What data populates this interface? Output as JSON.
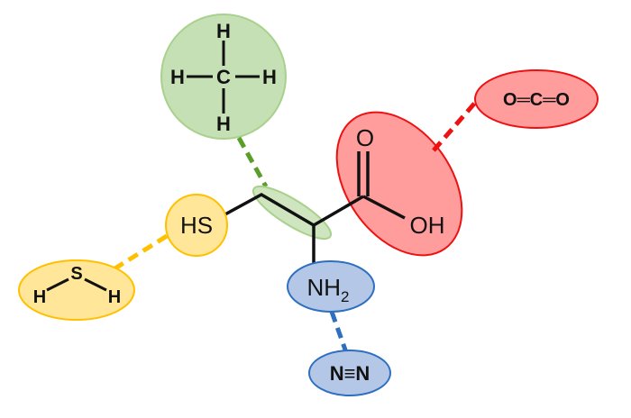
{
  "colors": {
    "green_fill": "#c5e0b4",
    "green_stroke": "#a9d18e",
    "green_dash": "#5a9e2c",
    "red_fill": "#ff9c9c",
    "red_stroke": "#ee1111",
    "yellow_fill": "#ffe699",
    "yellow_stroke": "#ffc000",
    "blue_fill": "#b4c7e7",
    "blue_stroke": "#2e6fc0"
  },
  "methane": {
    "c": "C",
    "h": "H"
  },
  "thiol": {
    "label": "HS"
  },
  "h2s": {
    "s": "S",
    "h": "H"
  },
  "carboxyl": {
    "o": "O",
    "oh": "OH"
  },
  "co2": {
    "label": "O═C═O"
  },
  "amine": {
    "label": "NH",
    "sub": "2"
  },
  "n2": {
    "label": "N≡N"
  }
}
